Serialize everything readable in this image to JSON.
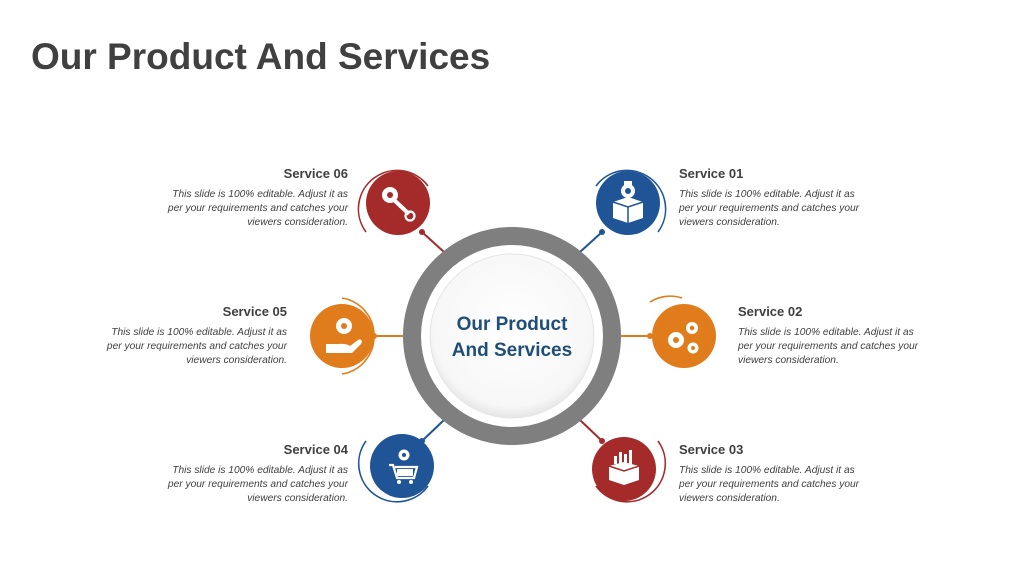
{
  "title": "Our Product And Services",
  "center": {
    "line1": "Our Product",
    "line2": "And Services",
    "ring_color": "#7f7f7f"
  },
  "colors": {
    "red": "#a52a2a",
    "blue": "#1f5596",
    "orange": "#e07c1b",
    "text": "#404040",
    "center_text": "#1f4e79"
  },
  "services": [
    {
      "title": "Service 01",
      "desc": "This slide is 100% editable. Adjust it as per your requirements and catches your viewers consideration.",
      "color": "#1f5596",
      "icon": "box-gear-icon"
    },
    {
      "title": "Service 02",
      "desc": "This slide is 100% editable. Adjust it as per your requirements and catches your viewers consideration.",
      "color": "#e07c1b",
      "icon": "gears-icon"
    },
    {
      "title": "Service 03",
      "desc": "This slide is 100% editable. Adjust it as per your requirements and catches your viewers consideration.",
      "color": "#a52a2a",
      "icon": "box-chart-icon"
    },
    {
      "title": "Service 04",
      "desc": "This slide is 100% editable. Adjust it as per your requirements and catches your viewers consideration.",
      "color": "#1f5596",
      "icon": "cart-gear-icon"
    },
    {
      "title": "Service 05",
      "desc": "This slide is 100% editable. Adjust it as per your requirements and catches your viewers consideration.",
      "color": "#e07c1b",
      "icon": "hand-gear-icon"
    },
    {
      "title": "Service 06",
      "desc": "This slide is 100% editable. Adjust it as per your requirements and catches your viewers consideration.",
      "color": "#a52a2a",
      "icon": "gear-wrench-icon"
    }
  ]
}
